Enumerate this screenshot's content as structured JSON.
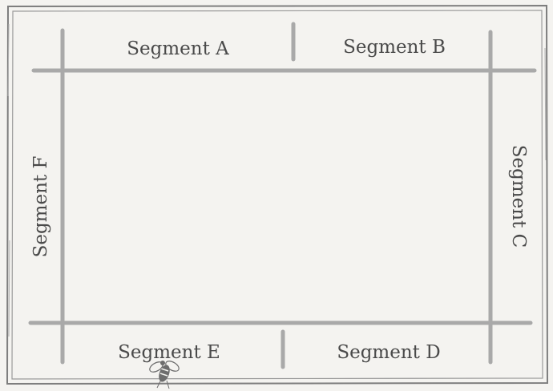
{
  "diagram": {
    "segments": {
      "a": "Segment A",
      "b": "Segment B",
      "c": "Segment C",
      "d": "Segment D",
      "e": "Segment E",
      "f": "Segment F"
    },
    "colors": {
      "background": "#f4f3f0",
      "border": "#8a8a8a",
      "divider": "#a9a9a9",
      "text": "#4a4a4a"
    },
    "icons": [
      "bee-icon"
    ]
  }
}
